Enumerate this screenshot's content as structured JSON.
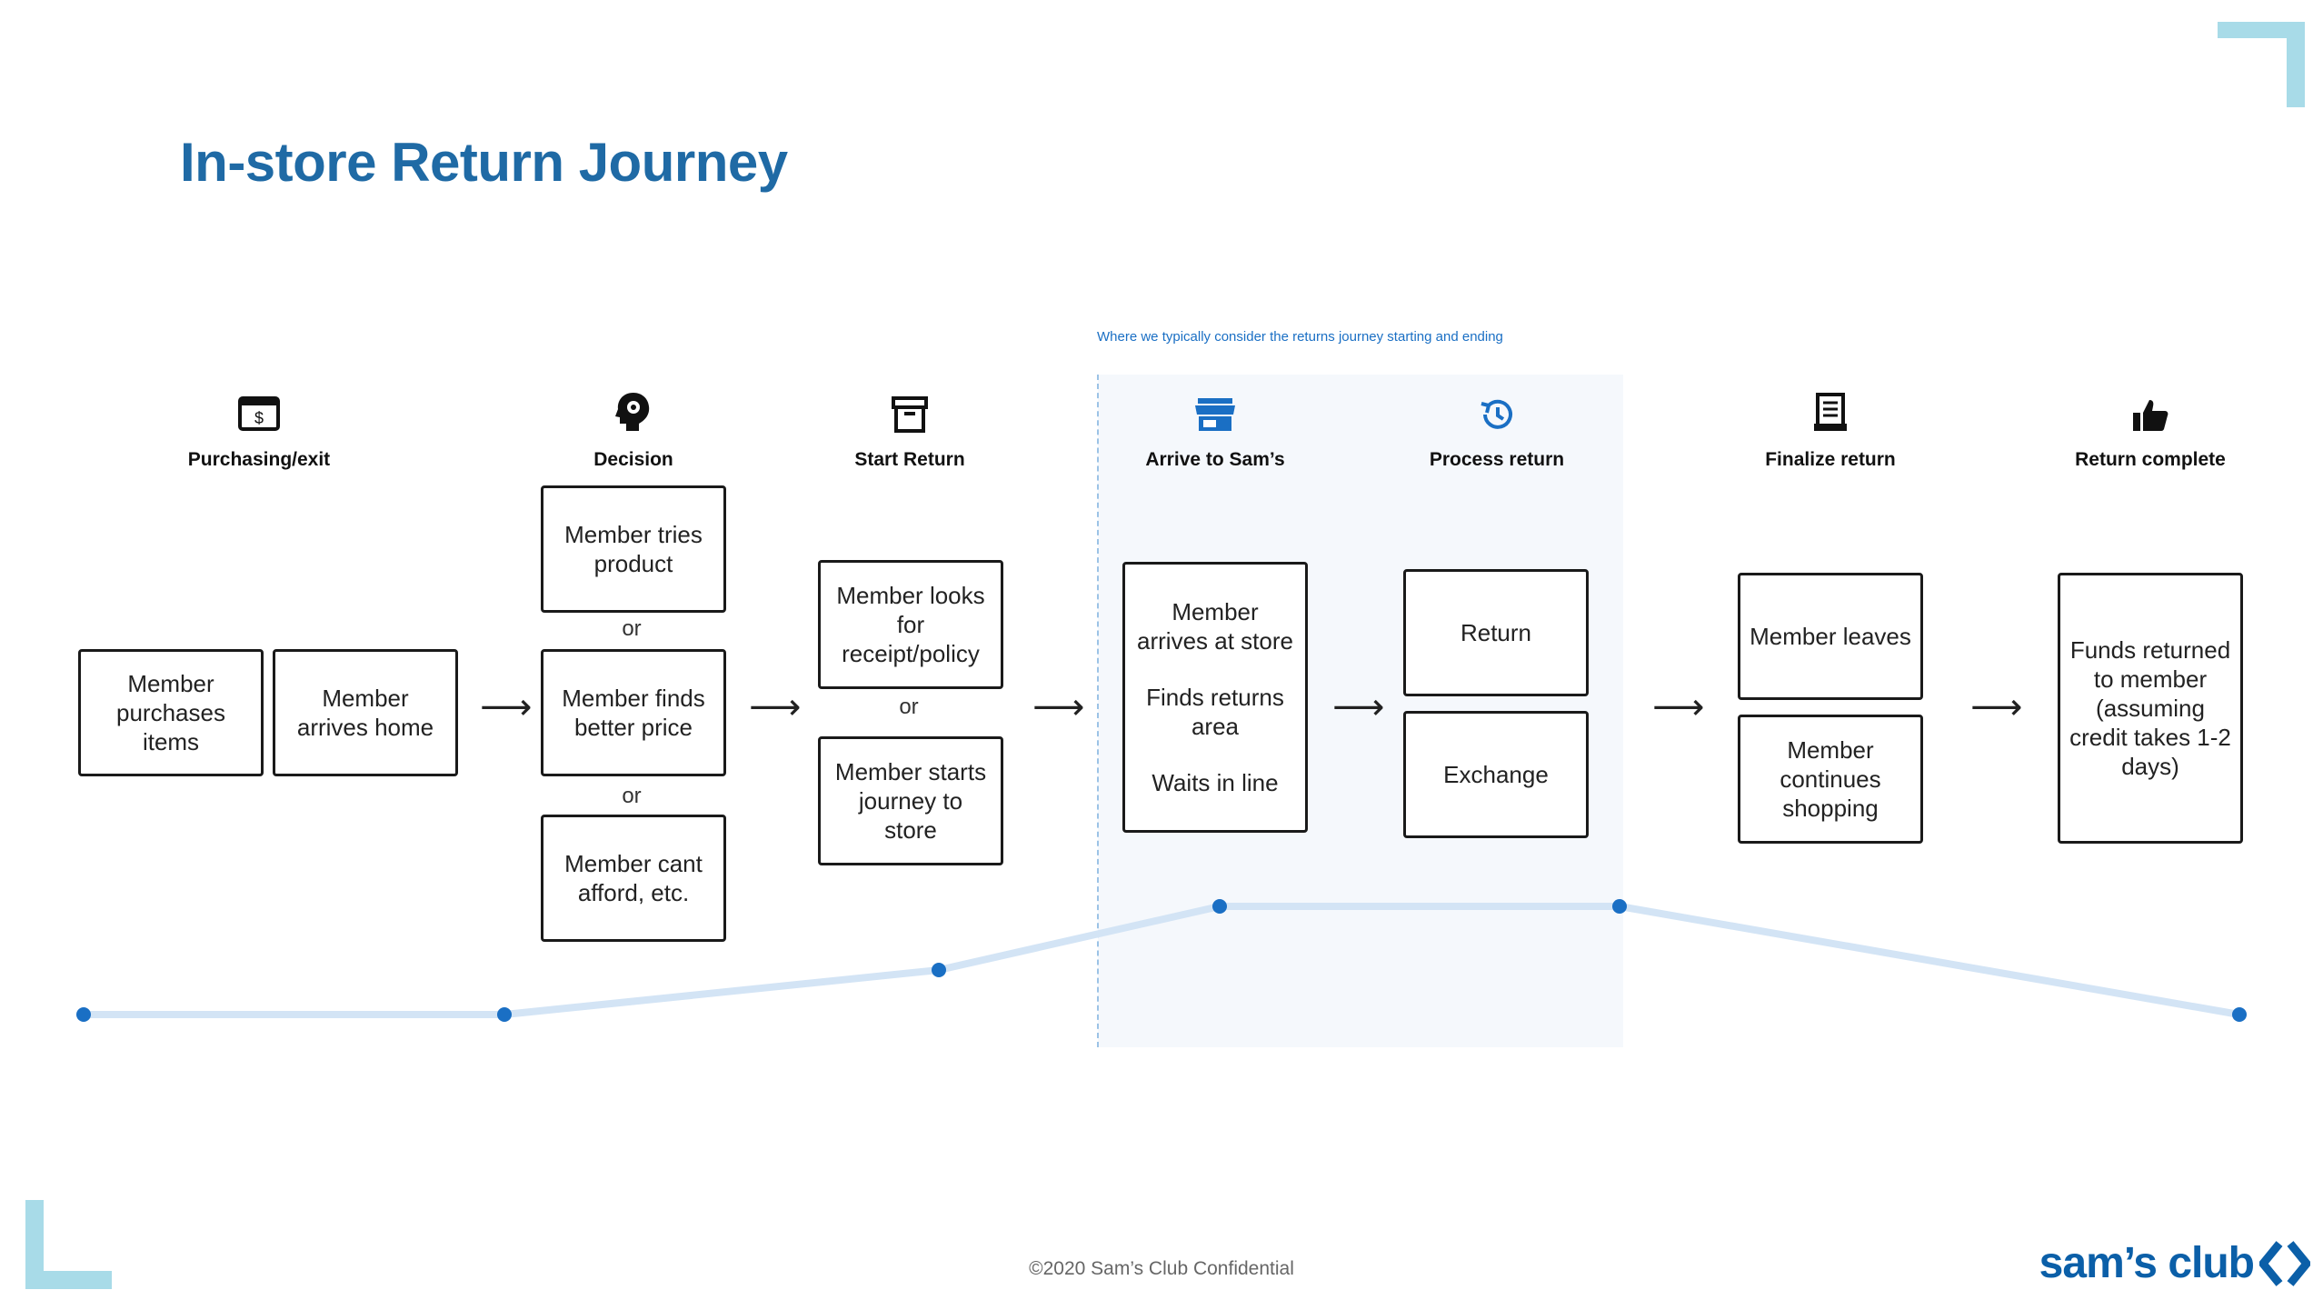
{
  "title": "In-store Return Journey",
  "note": "Where we typically consider the returns journey starting and ending",
  "stages": [
    {
      "label": "Purchasing/exit",
      "icon": "wallet-icon"
    },
    {
      "label": "Decision",
      "icon": "head-gear-icon"
    },
    {
      "label": "Start Return",
      "icon": "archive-box-icon"
    },
    {
      "label": "Arrive to Sam’s",
      "icon": "store-icon"
    },
    {
      "label": "Process return",
      "icon": "history-icon"
    },
    {
      "label": "Finalize return",
      "icon": "receipt-icon"
    },
    {
      "label": "Return complete",
      "icon": "thumbs-up-icon"
    }
  ],
  "boxes": {
    "purchases": "Member purchases items",
    "arrives_home": "Member arrives home",
    "tries_product": "Member tries product",
    "finds_price": "Member finds better price",
    "cant_afford": "Member cant afford, etc.",
    "looks_receipt": "Member looks for receipt/policy",
    "starts_journey": "Member starts journey to store",
    "arrives_store": "Member arrives at store",
    "finds_area": "Finds returns area",
    "waits_line": "Waits in line",
    "return": "Return",
    "exchange": "Exchange",
    "leaves": "Member leaves",
    "continues": "Member continues shopping",
    "funds": "Funds returned to member (assuming credit takes 1-2 days)"
  },
  "or_label": "or",
  "footer": "©2020 Sam’s Club Confidential",
  "logo_text": "sam’s club",
  "colors": {
    "title": "#1f6aa5",
    "accent_blue": "#1a6fc4",
    "line": "#d3e4f5",
    "dot": "#1a6fc4",
    "corner": "#a8dbe8"
  }
}
